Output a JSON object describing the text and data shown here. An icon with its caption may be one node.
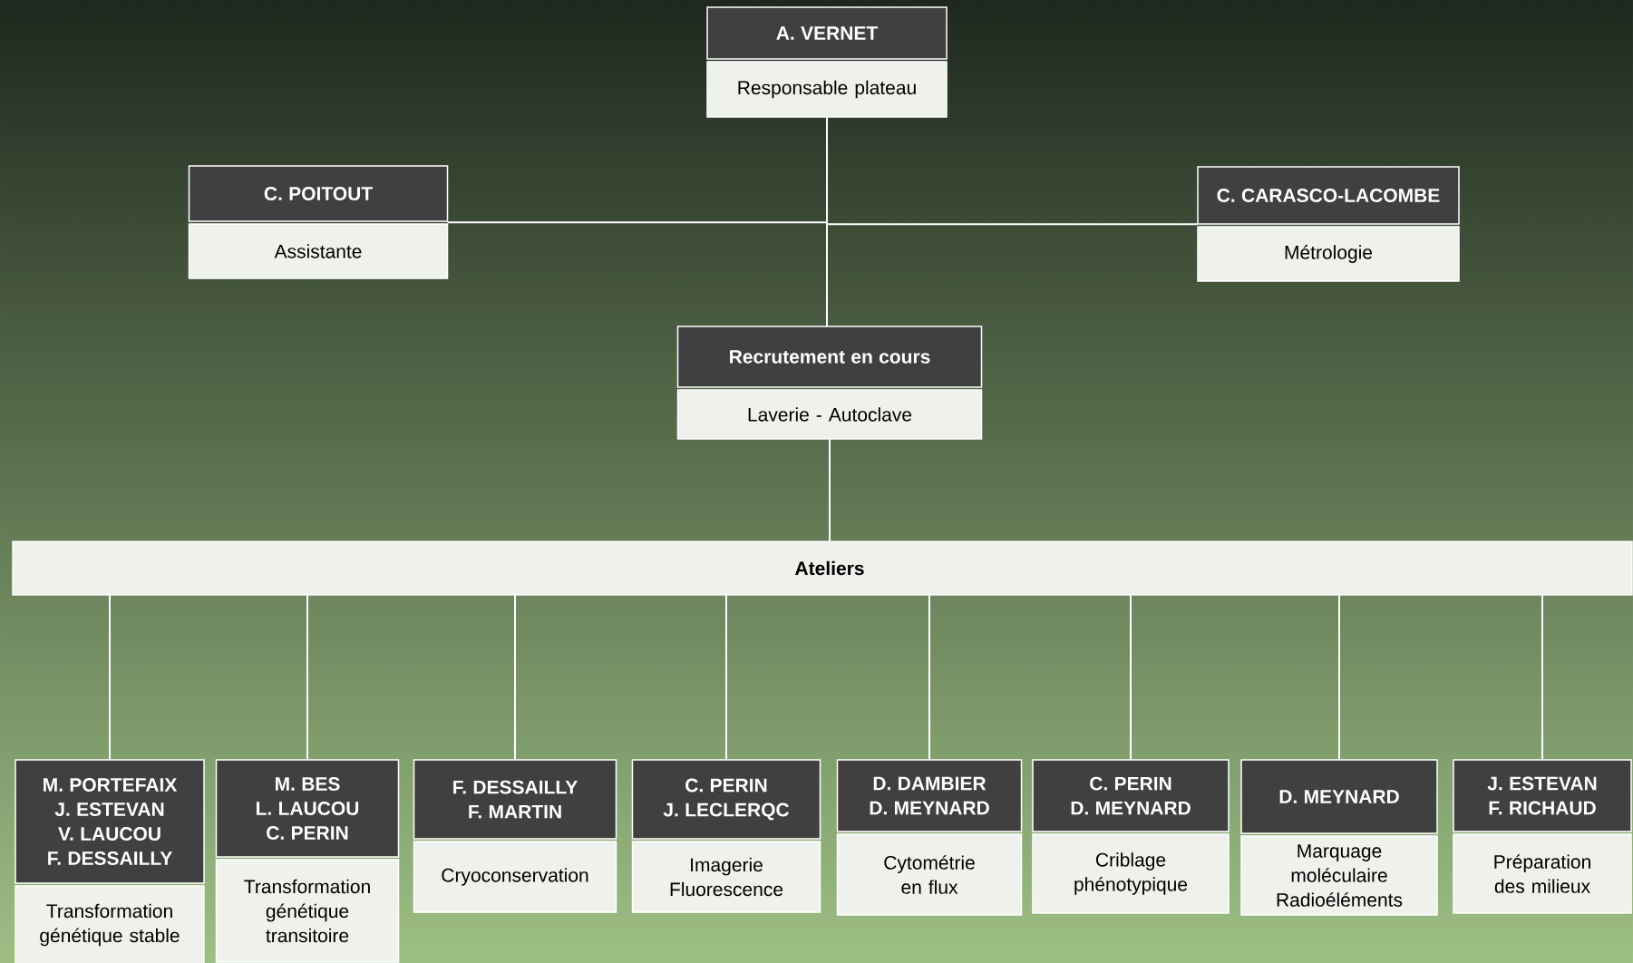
{
  "diagram": {
    "nodes": [
      {
        "text": [
          "A. VERNET",
          "Responsable plateau"
        ]
      },
      {
        "text": [
          "C. POITOUT",
          "Assistante"
        ]
      },
      {
        "text": [
          "C. CARASCO-LACOMBE",
          "Métrologie"
        ]
      },
      {
        "text": [
          "Recrutement en cours",
          "Laverie - Autoclave"
        ]
      },
      {
        "text": [
          "Ateliers"
        ]
      },
      {
        "text": [
          "M. PORTEFAIX",
          "J. ESTEVAN",
          "V. LAUCOU",
          "F. DESSAILLY",
          "Transformation génétique stable"
        ]
      },
      {
        "text": [
          "M. BES",
          "L. LAUCOU",
          "C. PERIN",
          "Transformation génétique transitoire"
        ]
      },
      {
        "text": [
          "F. DESSAILLY",
          "F. MARTIN",
          "Cryoconservation"
        ]
      },
      {
        "text": [
          "C. PERIN",
          "J. LECLERQC",
          "Imagerie Fluorescence"
        ]
      },
      {
        "text": [
          "D. DAMBIER",
          "D. MEYNARD",
          "Cytométrie en flux"
        ]
      },
      {
        "text": [
          "C. PERIN",
          "D. MEYNARD",
          "Criblage phénotypique"
        ]
      },
      {
        "text": [
          "D. MEYNARD",
          "Marquage moléculaire Radioéléments"
        ]
      },
      {
        "text": [
          "J. ESTEVAN",
          "F. RICHAUD",
          "Préparation des milieux"
        ]
      }
    ],
    "edges": [
      {
        "from": 0,
        "to": 1,
        "arrow": "none"
      },
      {
        "from": 0,
        "to": 2,
        "arrow": "none"
      },
      {
        "from": 0,
        "to": 3,
        "arrow": "none"
      },
      {
        "from": 3,
        "to": 4,
        "arrow": "none"
      },
      {
        "from": 4,
        "to": 5,
        "arrow": "none"
      },
      {
        "from": 4,
        "to": 6,
        "arrow": "none"
      },
      {
        "from": 4,
        "to": 7,
        "arrow": "none"
      },
      {
        "from": 4,
        "to": 8,
        "arrow": "none"
      },
      {
        "from": 4,
        "to": 9,
        "arrow": "none"
      },
      {
        "from": 4,
        "to": 10,
        "arrow": "none"
      },
      {
        "from": 4,
        "to": 11,
        "arrow": "none"
      },
      {
        "from": 4,
        "to": 12,
        "arrow": "none"
      }
    ]
  }
}
